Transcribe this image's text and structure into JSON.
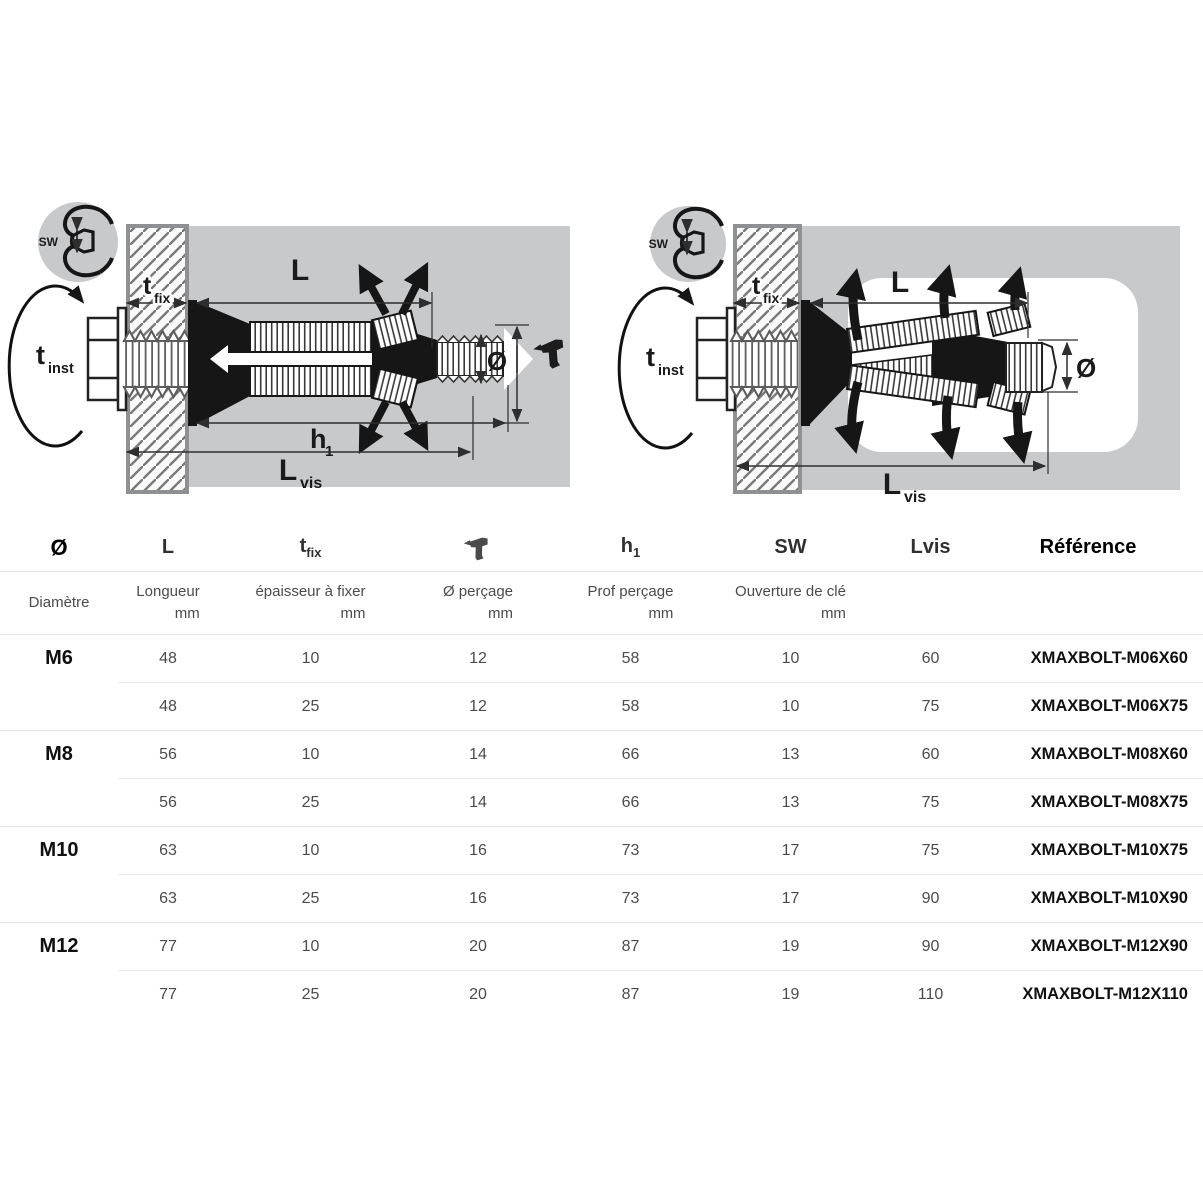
{
  "diagram_labels": {
    "sw": "SW",
    "t_inst_base": "t",
    "t_inst_sub": "inst",
    "t_fix_base": "t",
    "t_fix_sub": "fix",
    "length": "L",
    "diameter": "Ø",
    "h1_base": "h",
    "h1_sub": "1",
    "l_vis_base": "L",
    "l_vis_sub": "vis"
  },
  "table": {
    "headers": {
      "diameter": "Ø",
      "length": "L",
      "tfix_base": "t",
      "tfix_sub": "fix",
      "drill_icon": "drill-icon",
      "h1_base": "h",
      "h1_sub": "1",
      "sw": "SW",
      "lvis": "Lvis",
      "reference": "Référence"
    },
    "subheaders": {
      "diameter": "Diamètre",
      "length": "Longueur",
      "length_unit": "mm",
      "tfix": "épaisseur à fixer",
      "tfix_unit": "mm",
      "drill": "Ø perçage",
      "drill_unit": "mm",
      "h1": "Prof perçage",
      "h1_unit": "mm",
      "sw": "Ouverture de clé",
      "sw_unit": "mm"
    },
    "rows": [
      {
        "size": "M6",
        "length": "48",
        "tfix": "10",
        "drill_diameter": "12",
        "drill_depth": "58",
        "sw": "10",
        "lvis": "60",
        "reference": "XMAXBOLT-M06X60"
      },
      {
        "size": "",
        "length": "48",
        "tfix": "25",
        "drill_diameter": "12",
        "drill_depth": "58",
        "sw": "10",
        "lvis": "75",
        "reference": "XMAXBOLT-M06X75"
      },
      {
        "size": "M8",
        "length": "56",
        "tfix": "10",
        "drill_diameter": "14",
        "drill_depth": "66",
        "sw": "13",
        "lvis": "60",
        "reference": "XMAXBOLT-M08X60"
      },
      {
        "size": "",
        "length": "56",
        "tfix": "25",
        "drill_diameter": "14",
        "drill_depth": "66",
        "sw": "13",
        "lvis": "75",
        "reference": "XMAXBOLT-M08X75"
      },
      {
        "size": "M10",
        "length": "63",
        "tfix": "10",
        "drill_diameter": "16",
        "drill_depth": "73",
        "sw": "17",
        "lvis": "75",
        "reference": "XMAXBOLT-M10X75"
      },
      {
        "size": "",
        "length": "63",
        "tfix": "25",
        "drill_diameter": "16",
        "drill_depth": "73",
        "sw": "17",
        "lvis": "90",
        "reference": "XMAXBOLT-M10X90"
      },
      {
        "size": "M12",
        "length": "77",
        "tfix": "10",
        "drill_diameter": "20",
        "drill_depth": "87",
        "sw": "19",
        "lvis": "90",
        "reference": "XMAXBOLT-M12X90"
      },
      {
        "size": "",
        "length": "77",
        "tfix": "25",
        "drill_diameter": "20",
        "drill_depth": "87",
        "sw": "19",
        "lvis": "110",
        "reference": "XMAXBOLT-M12X110"
      }
    ]
  },
  "colors": {
    "base_material_grey": "#c8c9cb",
    "anchor_black": "#161616",
    "table_line": "#e0e0e0",
    "text_dark": "#101010",
    "text_grey": "#4b4b4b"
  }
}
